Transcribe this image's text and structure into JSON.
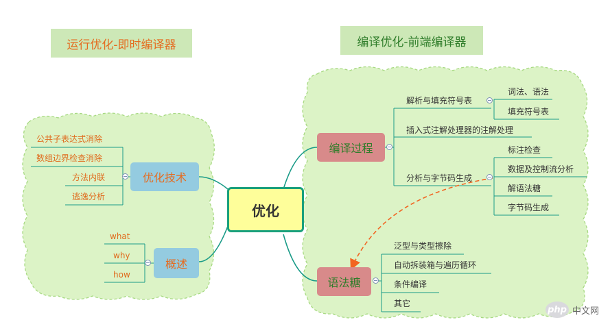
{
  "titles": {
    "runtime": "运行优化-即时编译器",
    "compile": "编译优化-前端编译器"
  },
  "center": "优化",
  "left": {
    "techniques": {
      "label": "优化技术",
      "items": [
        "公共子表达式消除",
        "数组边界检查消除",
        "方法内联",
        "逃逸分析"
      ]
    },
    "overview": {
      "label": "概述",
      "items": [
        "what",
        "why",
        "how"
      ]
    }
  },
  "right": {
    "process": {
      "label": "编译过程",
      "parse": {
        "label": "解析与填充符号表",
        "items": [
          "词法、语法",
          "填充符号表"
        ]
      },
      "annotation": "插入式注解处理器的注解处理",
      "analysis": {
        "label": "分析与字节码生成",
        "items": [
          "标注检查",
          "数据及控制流分析",
          "解语法糖",
          "字节码生成"
        ]
      }
    },
    "sugar": {
      "label": "语法糖",
      "items": [
        "泛型与类型擦除",
        "自动拆装箱与遍历循环",
        "条件编译",
        "其它"
      ]
    }
  },
  "watermark": {
    "logo": "php",
    "text": "中文网"
  },
  "colors": {
    "cloud_fill": "#dcf3c6",
    "cloud_border": "#a7d982",
    "connector": "#1a9b88",
    "center_fill": "#fefe9a",
    "center_border": "#1aa07c",
    "blue_node": "#94cbe0",
    "red_node": "#d88a8a",
    "title_runtime_text": "#e56b1f",
    "title_compile_text": "#2f7d2a",
    "dashed_arrow": "#f26522"
  }
}
